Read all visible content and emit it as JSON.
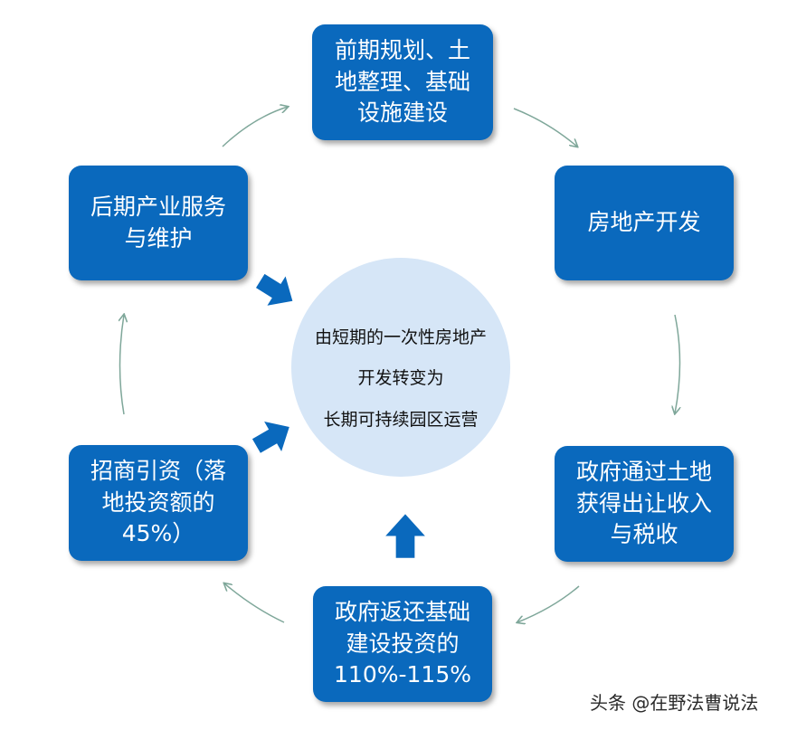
{
  "diagram": {
    "center": {
      "line1": "由短期的一次性房地产",
      "line2": "开发转变为",
      "line3": "长期可持续园区运营"
    },
    "nodes": {
      "top": {
        "line1": "前期规划、土",
        "line2": "地整理、基础",
        "line3": "设施建设"
      },
      "right_upper": {
        "line1": "房地产开发"
      },
      "right_lower": {
        "line1": "政府通过土地",
        "line2": "获得出让收入",
        "line3": "与税收"
      },
      "bottom": {
        "line1": "政府返还基础",
        "line2": "建设投资的",
        "line3": "110%-115%"
      },
      "left_lower": {
        "line1": "招商引资（落",
        "line2": "地投资额的",
        "line3": "45%）"
      },
      "left_upper": {
        "line1": "后期产业服务",
        "line2": "与维护"
      }
    },
    "colors": {
      "box_fill": "#0a69bd",
      "box_text": "#ffffff",
      "circle_fill": "#d6e6f7",
      "cycle_arrow": "#7fa79a",
      "block_arrow": "#0a69bd"
    }
  },
  "watermark": "头条 @在野法曹说法"
}
